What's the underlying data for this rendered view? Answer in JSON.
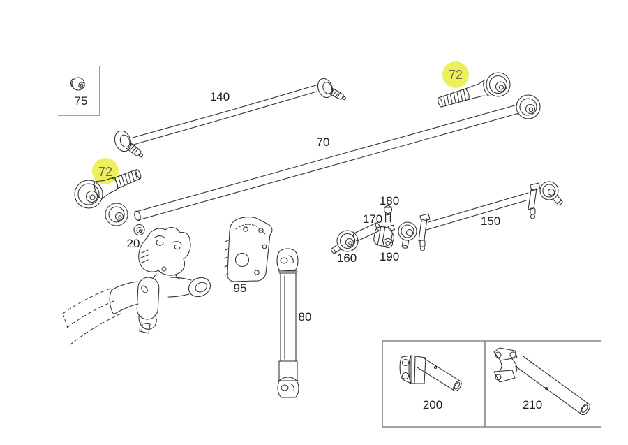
{
  "diagram": {
    "background_color": "#ffffff",
    "ink_color": "#2e2e2e",
    "frame_color": "#858585",
    "highlight": {
      "fill": "#edf05c",
      "text_color": "#6b6b40"
    },
    "labels": {
      "l75": "75",
      "l140": "140",
      "l70": "70",
      "l72_left": "72",
      "l72_right": "72",
      "l20": "20",
      "l95": "95",
      "l80": "80",
      "l160": "160",
      "l170": "170",
      "l180": "180",
      "l190": "190",
      "l150": "150",
      "l200": "200",
      "l210": "210"
    }
  }
}
